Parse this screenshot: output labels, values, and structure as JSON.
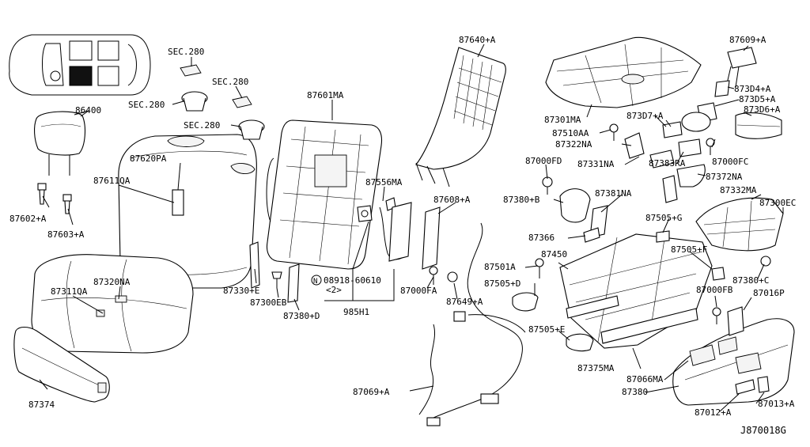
{
  "diagram_id": "J870018G",
  "note": {
    "part": "08918-60610",
    "qty": "<2>"
  },
  "labels": {
    "sec280_a": "SEC.280",
    "sec280_b": "SEC.280",
    "sec280_c": "SEC.280",
    "sec280_d": "SEC.280",
    "p86400": "86400",
    "p87620PA": "87620PA",
    "p87611QA": "87611QA",
    "p87602A": "87602+A",
    "p87603A": "87603+A",
    "p87311QA": "87311QA",
    "p87320NA": "87320NA",
    "p87374": "87374",
    "p87601MA": "87601MA",
    "p87556MA": "87556MA",
    "p87330E": "87330+E",
    "p87300EB": "87300EB",
    "p87380D": "87380+D",
    "p985H1": "985H1",
    "p87640A": "87640+A",
    "p87608A": "87608+A",
    "p87000FA": "87000FA",
    "p87649A": "87649+A",
    "p87069A": "87069+A",
    "p87301MA": "87301MA",
    "p87510AA": "87510AA",
    "p87322NA": "87322NA",
    "p873D7A": "873D7+A",
    "p87000FD": "87000FD",
    "p87331NA": "87331NA",
    "p87380B": "87380+B",
    "p87381NA": "87381NA",
    "p87366": "87366",
    "p87501A": "87501A",
    "p87450": "87450",
    "p87505D": "87505+D",
    "p87505E": "87505+E",
    "p87375MA": "87375MA",
    "p87066MA": "87066MA",
    "p87380": "87380",
    "p87012A": "87012+A",
    "p87013A": "87013+A",
    "p87016P": "87016P",
    "p87000FB": "87000FB",
    "p87380C": "87380+C",
    "p87505F": "87505+F",
    "p87505G": "87505+G",
    "p87300EC": "87300EC",
    "p87332MA": "87332MA",
    "p87372NA": "87372NA",
    "p87383RA": "87383RA",
    "p87000FC": "87000FC",
    "p87609A": "87609+A",
    "p873D4A": "873D4+A",
    "p873D5A": "873D5+A",
    "p873D6A": "873D6+A"
  }
}
